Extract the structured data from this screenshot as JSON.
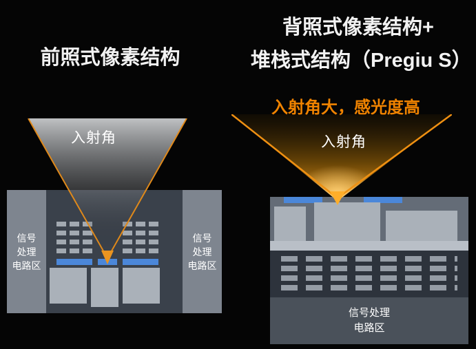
{
  "left_panel": {
    "title": "前照式像素结构",
    "incident_angle_label": "入射角",
    "circuit_label_lines": [
      "信号",
      "处理",
      "电路区"
    ]
  },
  "right_panel": {
    "title_line1": "背照式像素结构+",
    "title_line2": "堆栈式结构（Pregiu S）",
    "highlight": "入射角大，感光度高",
    "incident_angle_label": "入射角",
    "circuit_label_lines": [
      "信号处理",
      "电路区"
    ]
  },
  "colors": {
    "background": "#050505",
    "accent_orange": "#f08300",
    "photodiode_blue": "#4b87d9",
    "sensor_gray": "#7e858f",
    "sensor_dark": "#3a414b",
    "bottom_circuit_gray": "#4a515a"
  }
}
